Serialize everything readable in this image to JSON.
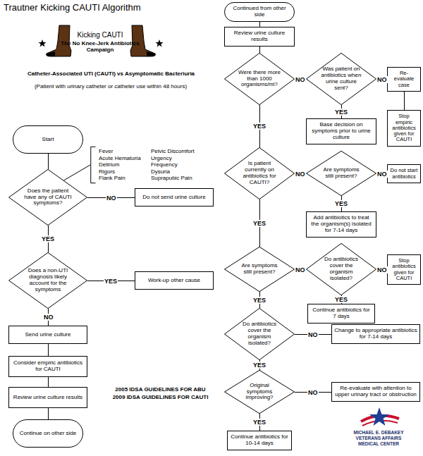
{
  "diagram": {
    "title": "Trautner Kicking CAUTI Algorithm",
    "nodes": [
      {
        "text": [
          "Start"
        ]
      },
      {
        "text": [
          "Fever",
          "Acute Hematuria",
          "Delirium",
          "Rigors",
          "Flank Pain",
          "Pelvic Discomfort",
          "Urgency",
          "Frequency",
          "Dysuria",
          "Suprapubic Pain"
        ]
      },
      {
        "text": [
          "Does the patient have any of CAUTI symptoms?"
        ]
      },
      {
        "text": [
          "Do not send urine culture"
        ]
      },
      {
        "text": [
          "Does a non-UTI diagnosis likely account for the symptoms"
        ]
      },
      {
        "text": [
          "Work-up other cause"
        ]
      },
      {
        "text": [
          "Send urine culture"
        ]
      },
      {
        "text": [
          "Consider empiric antibiotics for CAUTI"
        ]
      },
      {
        "text": [
          "Review urine culture results"
        ]
      },
      {
        "text": [
          "Continue on other side"
        ]
      },
      {
        "text": [
          "Continued from other side"
        ]
      },
      {
        "text": [
          "Review urine culture results"
        ]
      },
      {
        "text": [
          "Were there more than 1000 organisms/ml?"
        ]
      },
      {
        "text": [
          "Was patient on antibiotics when urine culture sent?"
        ]
      },
      {
        "text": [
          "Re-evaluate case"
        ]
      },
      {
        "text": [
          "Base decision on symptoms prior to urine culture"
        ]
      },
      {
        "text": [
          "Stop empiric antibiotics given for CAUTI"
        ]
      },
      {
        "text": [
          "Is patient currently on antibiotics for CAUTI?"
        ]
      },
      {
        "text": [
          "Are symptoms still present?"
        ]
      },
      {
        "text": [
          "Do not start antibiotics"
        ]
      },
      {
        "text": [
          "Add antibiotics to treat the organism(s) isolated for 7-14 days"
        ]
      },
      {
        "text": [
          "Are symptoms still present?"
        ]
      },
      {
        "text": [
          "Do antibiotics cover the organism isolated?"
        ]
      },
      {
        "text": [
          "Stop antibiotics given for CAUTI"
        ]
      },
      {
        "text": [
          "Continue antibiotics for 7 days"
        ]
      },
      {
        "text": [
          "Do antibiotics cover the organism isolated?"
        ]
      },
      {
        "text": [
          "Change to appropriate antibiotics for 7-14 days"
        ]
      },
      {
        "text": [
          "Original symptoms improving?"
        ]
      },
      {
        "text": [
          "Re-evaluate with attention to upper urinary tract or obstruction"
        ]
      },
      {
        "text": [
          "Continue antibiotics for 10-14 days"
        ]
      }
    ],
    "edges": [
      {
        "from": 0,
        "to": 2,
        "arrow": "none"
      },
      {
        "from": 2,
        "to": 1,
        "arrow": "none"
      },
      {
        "from": 2,
        "to": 3,
        "label": "NO",
        "arrow": "none"
      },
      {
        "from": 2,
        "to": 4,
        "label": "YES",
        "arrow": "none"
      },
      {
        "from": 4,
        "to": 5,
        "label": "YES",
        "arrow": "none"
      },
      {
        "from": 4,
        "to": 6,
        "label": "NO",
        "arrow": "none"
      },
      {
        "from": 6,
        "to": 7,
        "arrow": "none"
      },
      {
        "from": 7,
        "to": 8,
        "arrow": "none"
      },
      {
        "from": 8,
        "to": 9,
        "arrow": "none"
      },
      {
        "from": 10,
        "to": 11,
        "arrow": "none"
      },
      {
        "from": 11,
        "to": 12,
        "arrow": "none"
      },
      {
        "from": 12,
        "to": 13,
        "label": "NO",
        "arrow": "none"
      },
      {
        "from": 13,
        "to": 14,
        "label": "NO",
        "arrow": "none"
      },
      {
        "from": 13,
        "to": 15,
        "label": "YES",
        "arrow": "none"
      },
      {
        "from": 14,
        "to": 16,
        "arrow": "none"
      },
      {
        "from": 12,
        "to": 17,
        "label": "YES",
        "arrow": "none"
      },
      {
        "from": 17,
        "to": 18,
        "label": "NO",
        "arrow": "none"
      },
      {
        "from": 18,
        "to": 19,
        "label": "NO",
        "arrow": "none"
      },
      {
        "from": 18,
        "to": 20,
        "label": "YES",
        "arrow": "none"
      },
      {
        "from": 17,
        "to": 21,
        "label": "YES",
        "arrow": "none"
      },
      {
        "from": 21,
        "to": 22,
        "label": "NO",
        "arrow": "none"
      },
      {
        "from": 22,
        "to": 23,
        "label": "NO",
        "arrow": "none"
      },
      {
        "from": 22,
        "to": 24,
        "label": "YES",
        "arrow": "none"
      },
      {
        "from": 21,
        "to": 25,
        "label": "YES",
        "arrow": "none"
      },
      {
        "from": 25,
        "to": 26,
        "label": "NO",
        "arrow": "none"
      },
      {
        "from": 25,
        "to": 27,
        "label": "YES",
        "arrow": "none"
      },
      {
        "from": 27,
        "to": 28,
        "label": "NO",
        "arrow": "none"
      },
      {
        "from": 27,
        "to": 29,
        "label": "YES",
        "arrow": "none"
      }
    ],
    "labels": [
      "Kicking CAUTI",
      "The No Knee-Jerk Antibiotics Campaign",
      "Catheter-Associated UTI (CAUTI) vs Asymptomatic Bacteriuria",
      "(Patient with urinary catheter or catheter use within 48 hours)",
      "2005 IDSA GUIDELINES FOR ABU",
      "2009 IDSA GUIDELINES FOR CAUTI",
      "MICHAEL E. DEBAKEY",
      "VETERANS AFFAIRS",
      "MEDICAL CENTER"
    ]
  }
}
